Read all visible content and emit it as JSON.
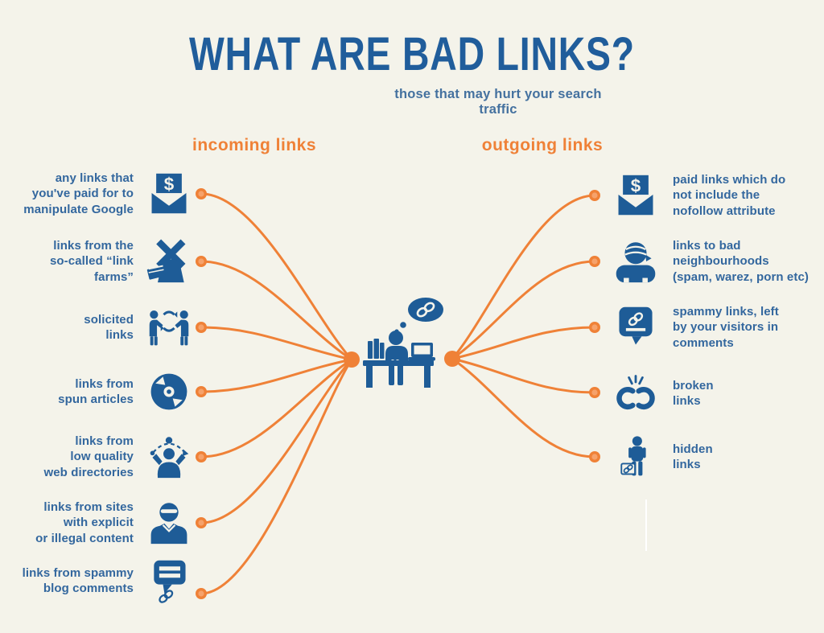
{
  "title": "WHAT ARE BAD LINKS?",
  "subtitle": "those that may hurt your search traffic",
  "colors": {
    "background": "#f4f3ea",
    "blue": "#1e5c97",
    "text_blue": "#33679e",
    "orange": "#ef8137"
  },
  "glyphs": {
    "dollar": "$"
  },
  "center": {
    "illustration": "person-at-desk-thinking-of-links"
  },
  "incoming": {
    "heading": "incoming links",
    "items": [
      {
        "label": "any links that\nyou've paid for to\nmanipulate Google",
        "icon": "envelope-dollar-icon"
      },
      {
        "label": "links from the\nso-called “link\nfarms”",
        "icon": "windmill-icon"
      },
      {
        "label": "solicited\nlinks",
        "icon": "handshake-exchange-icon"
      },
      {
        "label": "links from\nspun articles",
        "icon": "spinning-disc-icon"
      },
      {
        "label": "links from\nlow quality\nweb directories",
        "icon": "juggler-icon"
      },
      {
        "label": "links from sites\nwith explicit\nor illegal content",
        "icon": "ninja-icon"
      },
      {
        "label": "links from spammy\nblog comments",
        "icon": "comment-link-icon"
      }
    ]
  },
  "outgoing": {
    "heading": "outgoing links",
    "items": [
      {
        "label": "paid links which do\nnot include the\nnofollow attribute",
        "icon": "envelope-dollar-icon"
      },
      {
        "label": "links to bad\nneighbourhoods\n(spam, warez, porn etc)",
        "icon": "burglar-icon"
      },
      {
        "label": "spammy links, left\nby your visitors in\ncomments",
        "icon": "comment-link-icon"
      },
      {
        "label": "broken\nlinks",
        "icon": "broken-chain-icon"
      },
      {
        "label": "hidden\nlinks",
        "icon": "hidden-person-icon"
      }
    ]
  }
}
